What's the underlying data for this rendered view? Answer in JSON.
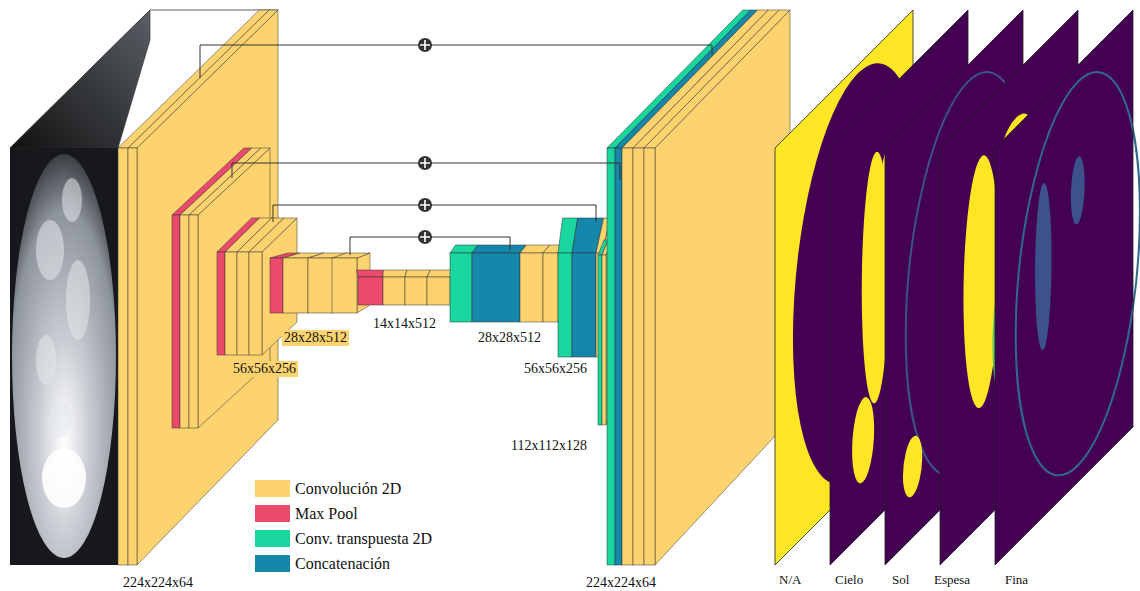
{
  "diagram": {
    "labels": [
      "224x224x64",
      "56x56x256",
      "28x28x512",
      "14x14x512",
      "28x28x512",
      "56x56x256",
      "112x112x128",
      "224x224x64",
      "N/A",
      "Cielo",
      "Sol",
      "Espesa",
      "Fina"
    ],
    "legend": [
      {
        "text": "Convolución 2D",
        "color": "#FCD36E"
      },
      {
        "text": "Max Pool",
        "color": "#EC4A6D"
      },
      {
        "text": "Conv. transpuesta 2D",
        "color": "#18D69E"
      },
      {
        "text": "Concatenación",
        "color": "#1487AA"
      }
    ]
  }
}
